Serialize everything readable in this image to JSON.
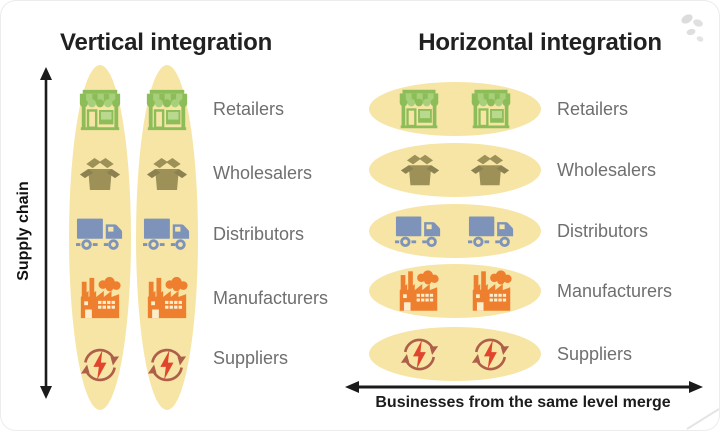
{
  "card": {
    "left": {
      "title": "Vertical integration",
      "axis_label": "Supply chain"
    },
    "right": {
      "title": "Horizontal integration",
      "caption": "Businesses from the same level merge"
    },
    "levels": [
      {
        "label": "Retailers",
        "icon": "store-icon",
        "color": "#8cbd58"
      },
      {
        "label": "Wholesalers",
        "icon": "box-icon",
        "color": "#9d9158"
      },
      {
        "label": "Distributors",
        "icon": "truck-icon",
        "color": "#7d93ba"
      },
      {
        "label": "Manufacturers",
        "icon": "factory-icon",
        "color": "#ee7f2f"
      },
      {
        "label": "Suppliers",
        "icon": "cycle-icon",
        "color": "#ad5f49"
      }
    ],
    "colors": {
      "highlight_shape": "#f7e5a6",
      "title_text": "#212121",
      "label_text": "#6f6f6f",
      "arrow": "#1b1b1b",
      "lightning_bolt": "#e0462e",
      "watermark": "#d9d9d9"
    }
  }
}
